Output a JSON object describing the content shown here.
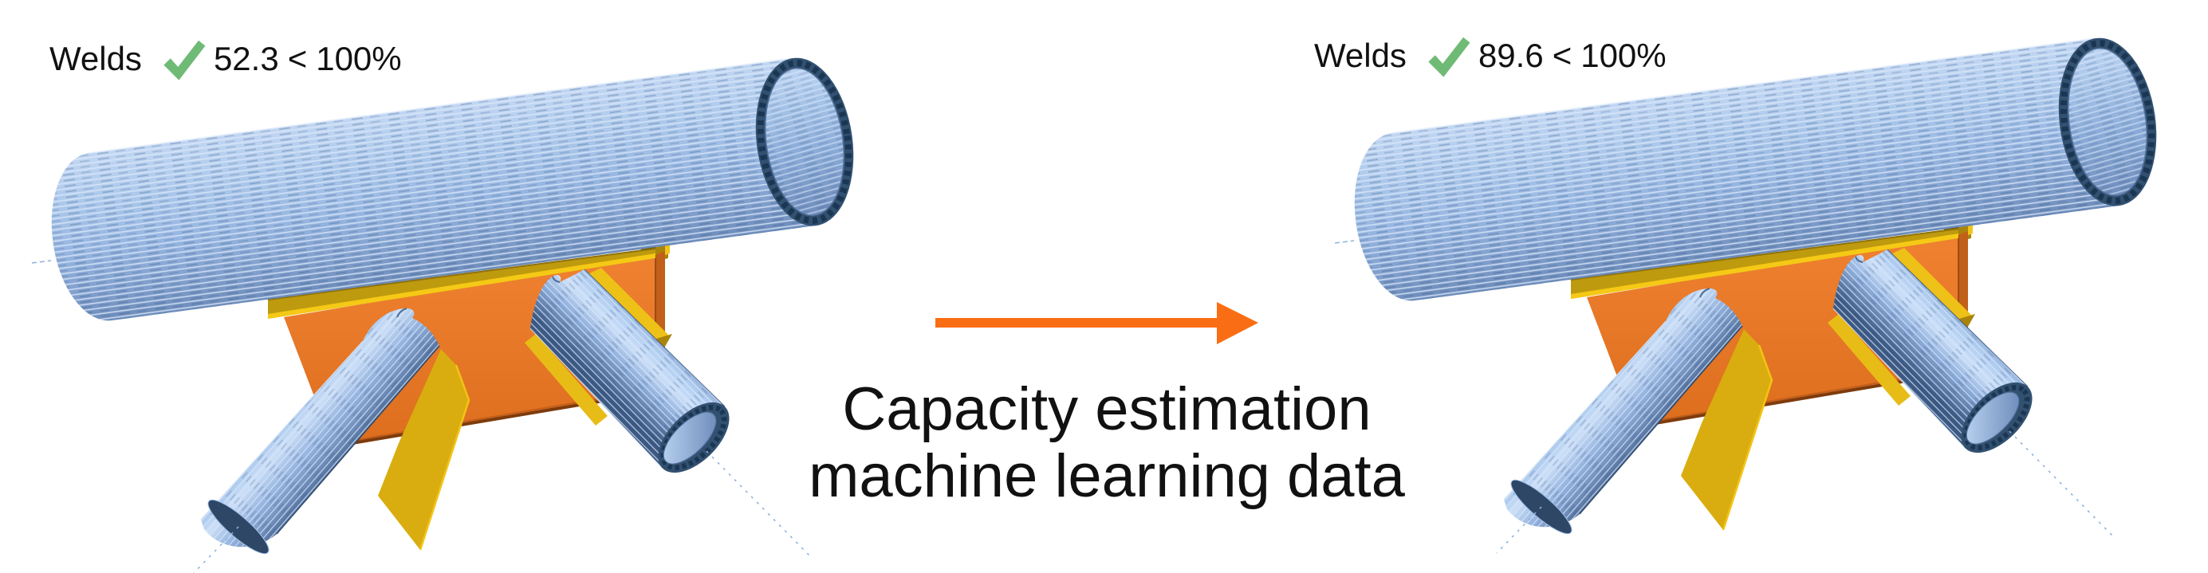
{
  "figure": {
    "before": {
      "label": "Welds",
      "status_icon": "check-icon",
      "value": "52.3",
      "comparator": "<",
      "limit": "100%"
    },
    "after": {
      "label": "Welds",
      "status_icon": "check-icon",
      "value": "89.6",
      "comparator": "<",
      "limit": "100%"
    },
    "caption": {
      "line1": "Capacity estimation",
      "line2": "machine learning data"
    },
    "colors": {
      "check_green": "#6FBB76",
      "arrow_orange": "#F96E14",
      "text": "#111111",
      "plate_orange": "#E87427",
      "flange_gold": "#E9BD17",
      "tube_blue_light": "#BCD2F0",
      "tube_blue_dark": "#35516F"
    }
  }
}
